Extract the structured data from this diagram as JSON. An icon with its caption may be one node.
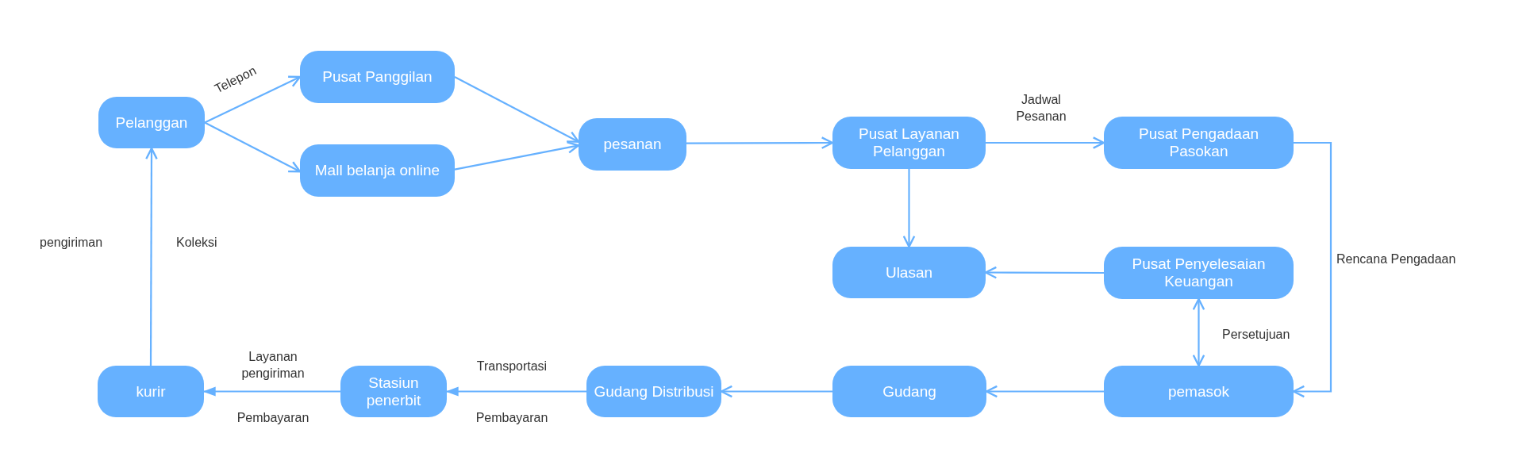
{
  "diagram": {
    "nodes": [
      {
        "text": [
          "Pelanggan"
        ]
      },
      {
        "text": [
          "Pusat Panggilan"
        ]
      },
      {
        "text": [
          "Mall belanja online"
        ]
      },
      {
        "text": [
          "pesanan"
        ]
      },
      {
        "text": [
          "Pusat Layanan Pelanggan"
        ]
      },
      {
        "text": [
          "Pusat Pengadaan Pasokan"
        ]
      },
      {
        "text": [
          "Ulasan"
        ]
      },
      {
        "text": [
          "Pusat Penyelesaian Keuangan"
        ]
      },
      {
        "text": [
          "kurir"
        ]
      },
      {
        "text": [
          "Stasiun penerbit"
        ]
      },
      {
        "text": [
          "Gudang Distribusi"
        ]
      },
      {
        "text": [
          "Gudang"
        ]
      },
      {
        "text": [
          "pemasok"
        ]
      }
    ],
    "edges": [
      {
        "from": 0,
        "to": 1,
        "arrow": "to",
        "label": "Telepon"
      },
      {
        "from": 0,
        "to": 2,
        "arrow": "to"
      },
      {
        "from": 1,
        "to": 3,
        "arrow": "to"
      },
      {
        "from": 2,
        "to": 3,
        "arrow": "to"
      },
      {
        "from": 3,
        "to": 4,
        "arrow": "to"
      },
      {
        "from": 4,
        "to": 5,
        "arrow": "to",
        "label": "Jadwal Pesanan"
      },
      {
        "from": 4,
        "to": 6,
        "arrow": "to"
      },
      {
        "from": 5,
        "to": 12,
        "arrow": "to",
        "label": "Rencana Pengadaan"
      },
      {
        "from": 7,
        "to": 6,
        "arrow": "to"
      },
      {
        "from": 7,
        "to": 12,
        "arrow": "both",
        "label": "Persetujuan"
      },
      {
        "from": 12,
        "to": 11,
        "arrow": "to"
      },
      {
        "from": 11,
        "to": 10,
        "arrow": "to"
      },
      {
        "from": 10,
        "to": 9,
        "arrow": "to",
        "label": "Transportasi"
      },
      {
        "from": 9,
        "to": 8,
        "arrow": "to",
        "label": "Layanan pengiriman"
      },
      {
        "from": 8,
        "to": 0,
        "arrow": "to",
        "label": "Koleksi"
      }
    ],
    "labels": [
      "pengiriman",
      "Pembayaran",
      "Pembayaran"
    ]
  }
}
